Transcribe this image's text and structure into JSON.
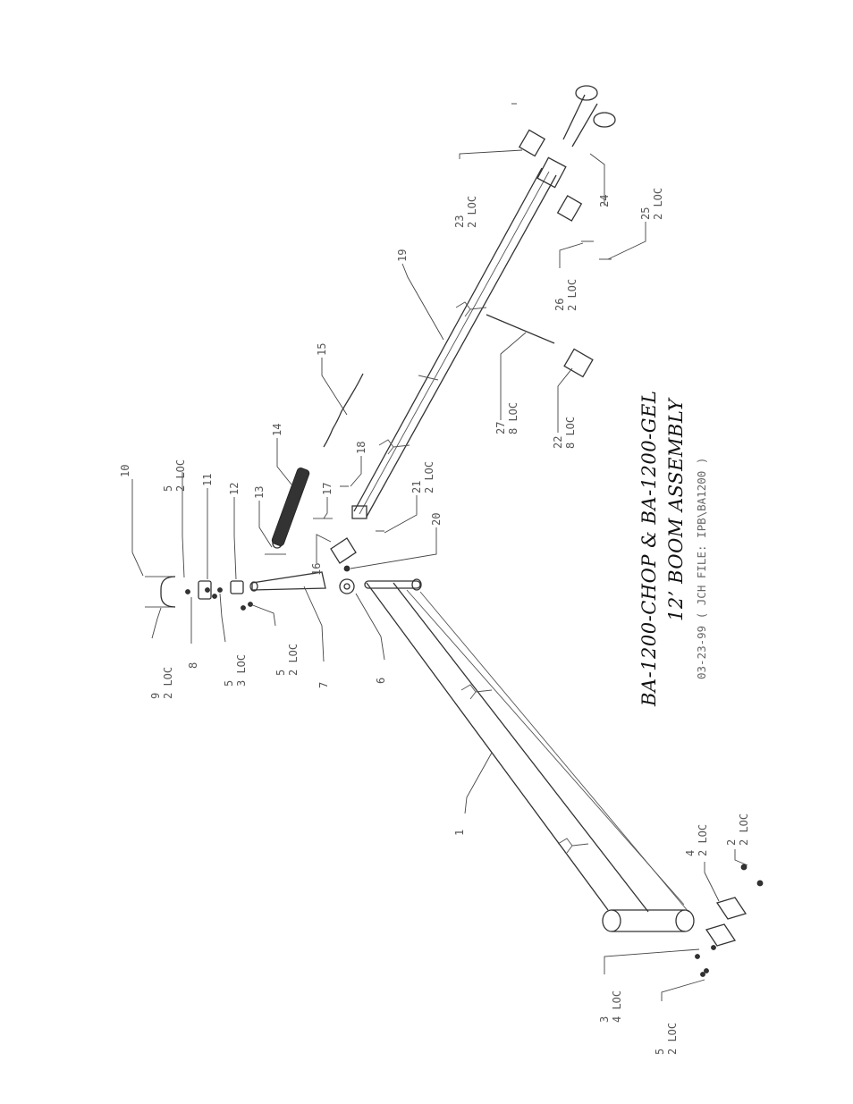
{
  "title": {
    "line1": "BA-1200-CHOP & BA-1200-GEL",
    "line2": "12’  BOOM ASSEMBLY",
    "line3": "03-23-99  ( JCH FILE: IPB\\BA1200 )"
  },
  "callouts": [
    {
      "id": "c1",
      "num": "1",
      "loc": ""
    },
    {
      "id": "c2",
      "num": "2",
      "loc": "2 LOC"
    },
    {
      "id": "c3",
      "num": "3",
      "loc": "4 LOC"
    },
    {
      "id": "c4",
      "num": "4",
      "loc": "2 LOC"
    },
    {
      "id": "c5a",
      "num": "5",
      "loc": "2 LOC"
    },
    {
      "id": "c5b",
      "num": "5",
      "loc": "3 LOC"
    },
    {
      "id": "c5c",
      "num": "5",
      "loc": "2 LOC"
    },
    {
      "id": "c5d",
      "num": "5",
      "loc": "2 LOC"
    },
    {
      "id": "c6",
      "num": "6",
      "loc": ""
    },
    {
      "id": "c7",
      "num": "7",
      "loc": ""
    },
    {
      "id": "c8",
      "num": "8",
      "loc": ""
    },
    {
      "id": "c9",
      "num": "9",
      "loc": "2 LOC"
    },
    {
      "id": "c10",
      "num": "10",
      "loc": ""
    },
    {
      "id": "c11",
      "num": "11",
      "loc": ""
    },
    {
      "id": "c12",
      "num": "12",
      "loc": ""
    },
    {
      "id": "c13",
      "num": "13",
      "loc": ""
    },
    {
      "id": "c14",
      "num": "14",
      "loc": ""
    },
    {
      "id": "c15",
      "num": "15",
      "loc": ""
    },
    {
      "id": "c16",
      "num": "16",
      "loc": ""
    },
    {
      "id": "c17",
      "num": "17",
      "loc": ""
    },
    {
      "id": "c18",
      "num": "18",
      "loc": ""
    },
    {
      "id": "c19",
      "num": "19",
      "loc": ""
    },
    {
      "id": "c20",
      "num": "20",
      "loc": ""
    },
    {
      "id": "c21",
      "num": "21",
      "loc": "2 LOC"
    },
    {
      "id": "c22",
      "num": "22",
      "loc": "8 LOC"
    },
    {
      "id": "c23",
      "num": "23",
      "loc": "2 LOC"
    },
    {
      "id": "c24",
      "num": "24",
      "loc": ""
    },
    {
      "id": "c25",
      "num": "25",
      "loc": "2 LOC"
    },
    {
      "id": "c26",
      "num": "26",
      "loc": "2 LOC"
    },
    {
      "id": "c27",
      "num": "27",
      "loc": "8 LOC"
    }
  ]
}
